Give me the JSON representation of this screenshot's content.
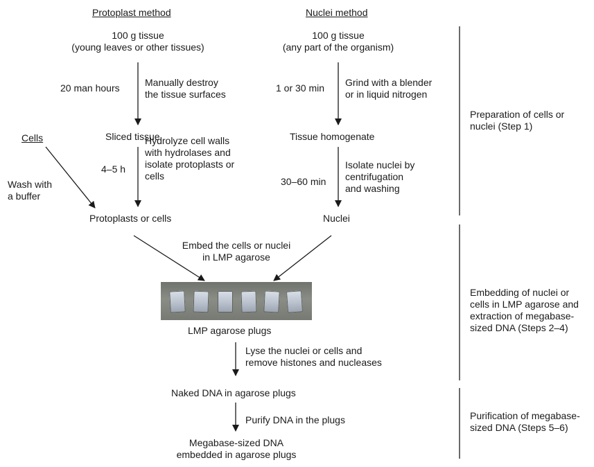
{
  "protoplast": {
    "header": "Protoplast method",
    "start_line1": "100 g tissue",
    "start_line2": "(young leaves or other tissues)",
    "time1": "20 man hours",
    "step1_line1": "Manually destroy",
    "step1_line2": "the tissue surfaces",
    "sliced": "Sliced tissue",
    "time2": "4–5 h",
    "step2_line1": "Hydrolyze cell walls",
    "step2_line2": "with hydrolases and",
    "step2_line3": "isolate protoplasts or",
    "step2_line4": "cells",
    "result": "Protoplasts or cells"
  },
  "cells": {
    "label": "Cells",
    "wash_line1": "Wash with",
    "wash_line2": "a buffer"
  },
  "nuclei": {
    "header": "Nuclei method",
    "start_line1": "100 g tissue",
    "start_line2": "(any part of the organism)",
    "time1": "1 or 30 min",
    "step1_line1": "Grind with a blender",
    "step1_line2": "or in liquid nitrogen",
    "homogenate": "Tissue homogenate",
    "time2": "30–60 min",
    "step2_line1": "Isolate nuclei by",
    "step2_line2": "centrifugation",
    "step2_line3": "and washing",
    "result": "Nuclei"
  },
  "embed": {
    "line1": "Embed the cells or nuclei",
    "line2": "in LMP agarose",
    "plugs_label": "LMP agarose plugs",
    "lyse_line1": "Lyse the nuclei or cells and",
    "lyse_line2": "remove histones and nucleases",
    "naked": "Naked DNA in agarose plugs",
    "purify": "Purify DNA in the plugs",
    "final_line1": "Megabase-sized DNA",
    "final_line2": "embedded in agarose plugs"
  },
  "stages": {
    "s1_line1": "Preparation of cells or",
    "s1_line2": "nuclei (Step 1)",
    "s2_line1": "Embedding of nuclei or",
    "s2_line2": "cells in LMP agarose and",
    "s2_line3": "extraction of megabase-",
    "s2_line4": "sized DNA (Steps 2–4)",
    "s3_line1": "Purification of megabase-",
    "s3_line2": "sized DNA (Steps 5–6)"
  },
  "plugs_count": 6
}
